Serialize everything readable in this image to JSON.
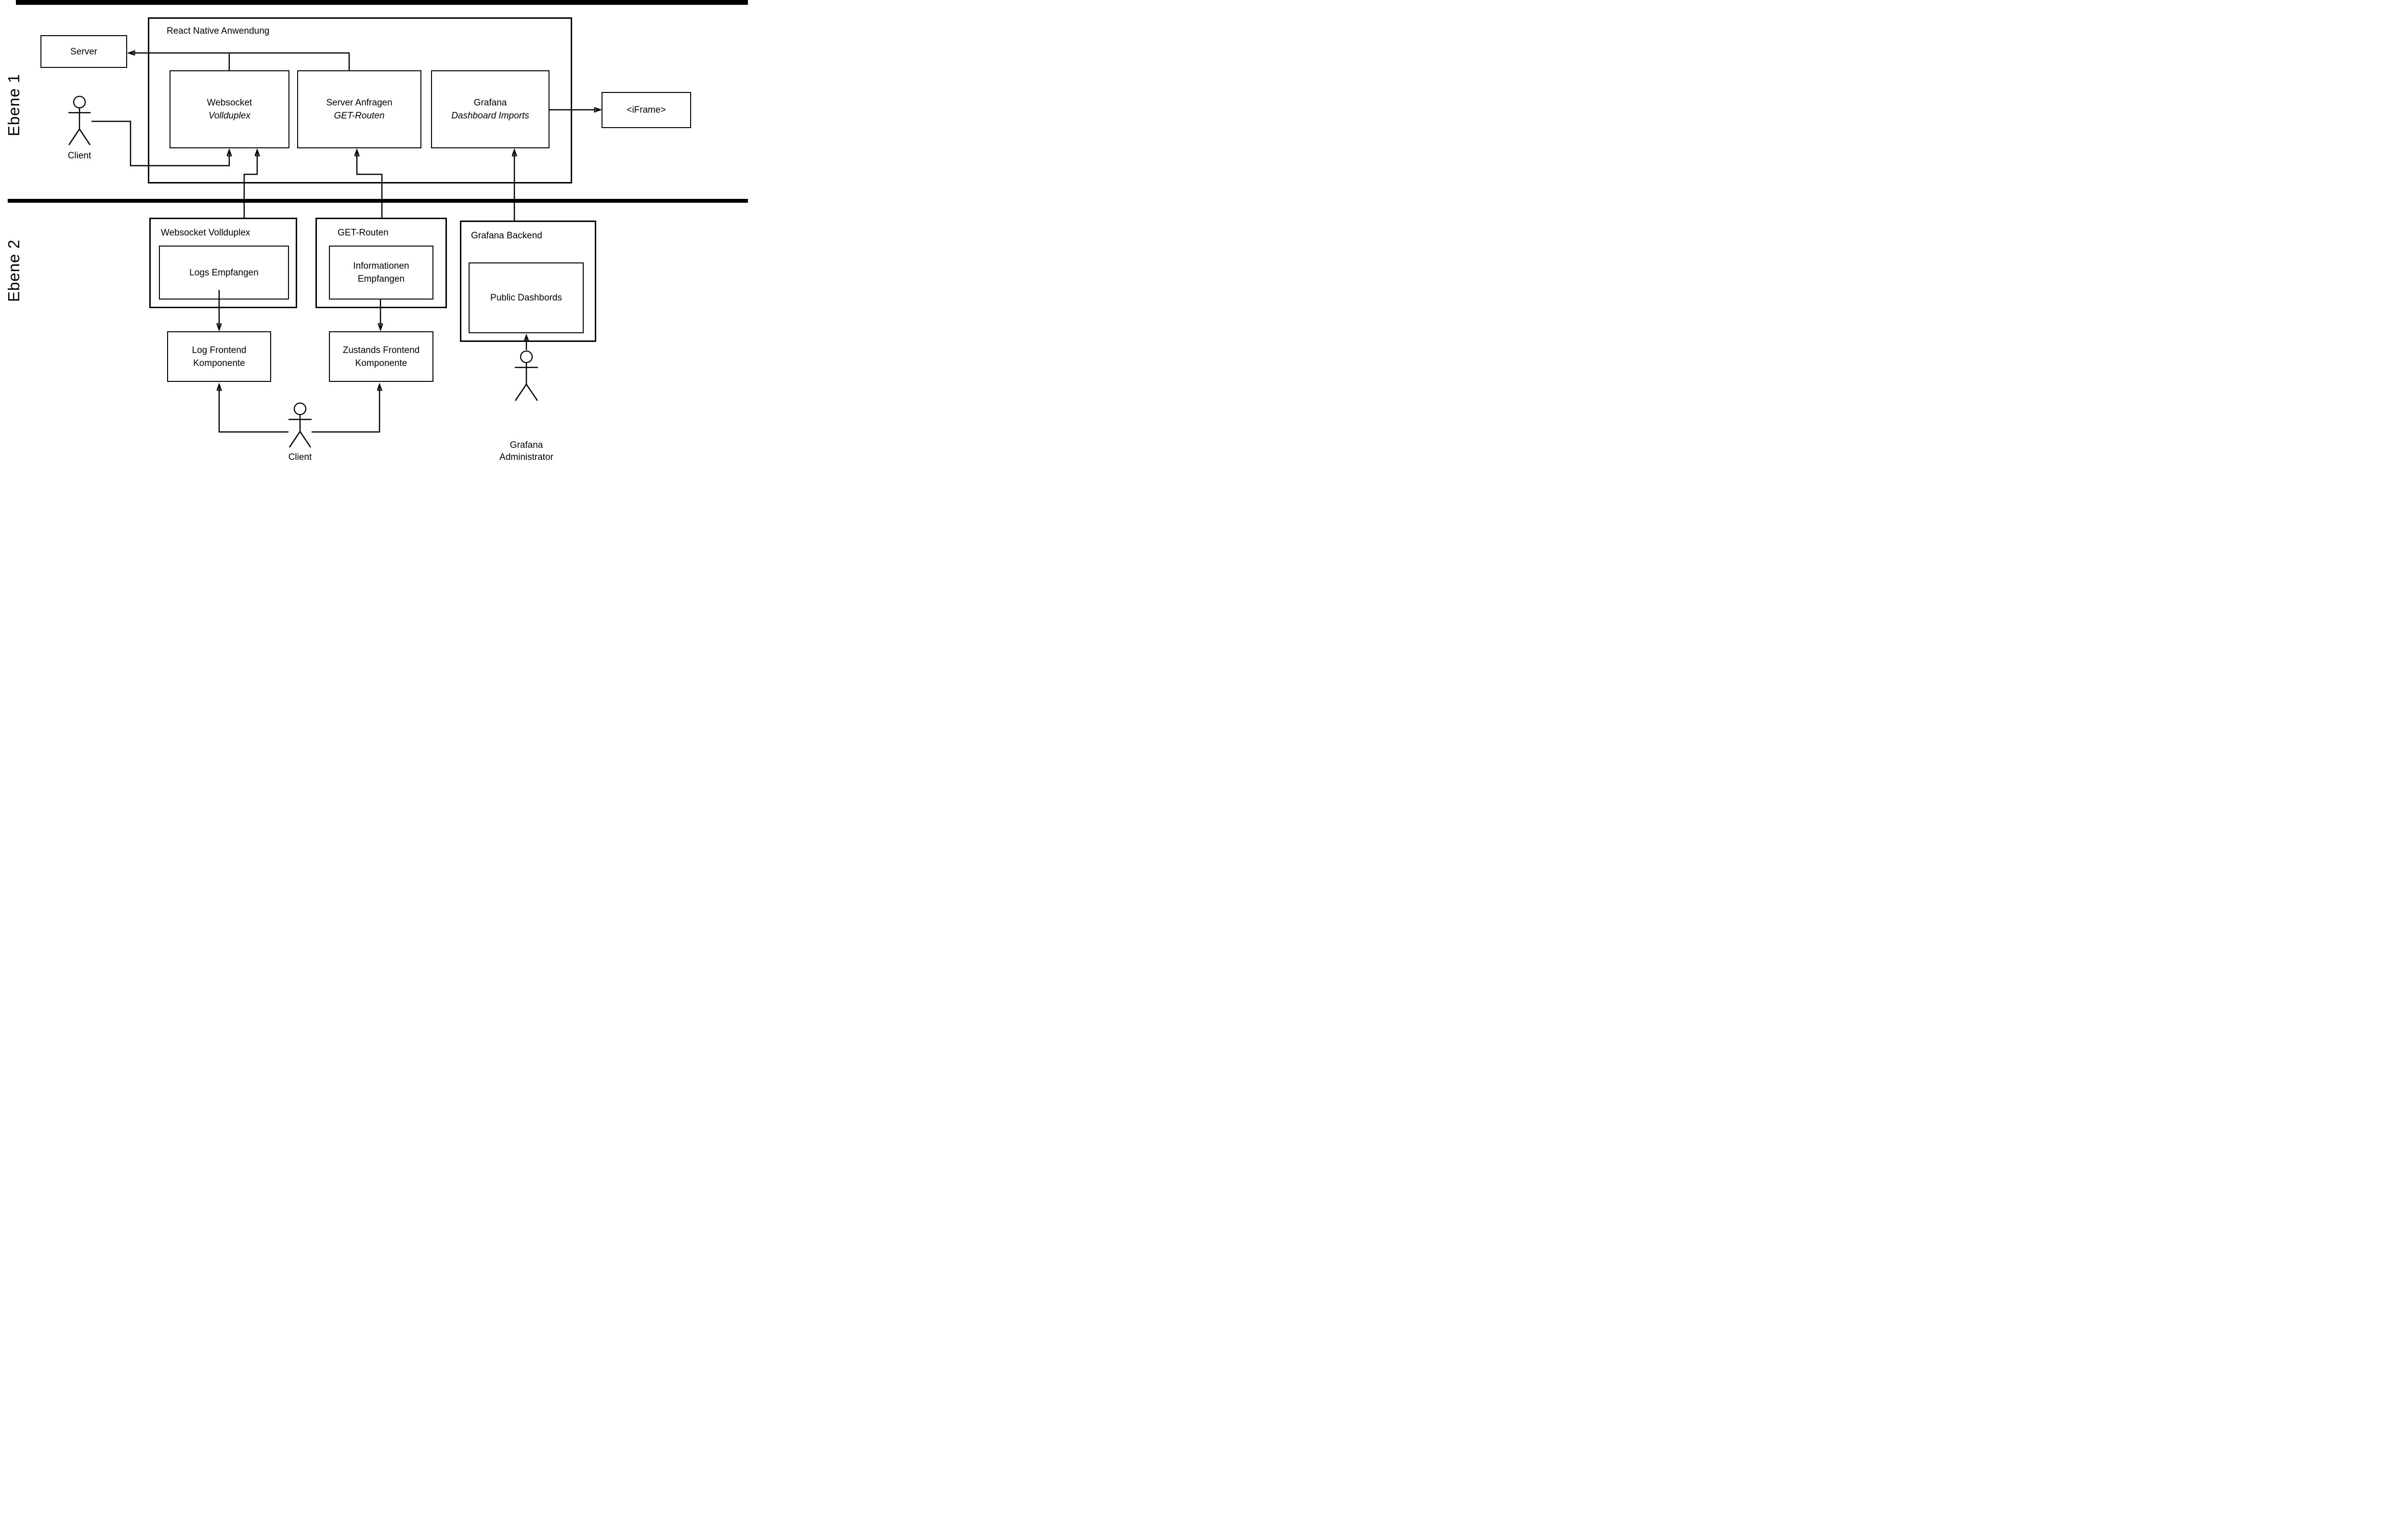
{
  "page": {
    "background": "#ffffff",
    "ink": "#000000"
  },
  "lanes": {
    "lane1_label": "Ebene 1",
    "lane2_label": "Ebene 2"
  },
  "ebene1": {
    "container_label": "React Native Anwendung",
    "server": {
      "label": "Server"
    },
    "websocket": {
      "line1": "Websocket",
      "line2": "Vollduplex"
    },
    "server_anfragen": {
      "line1": "Server Anfragen",
      "line2": "GET-Routen"
    },
    "grafana": {
      "line1": "Grafana",
      "line2": "Dashboard Imports"
    },
    "iframe": {
      "label": "<iFrame>"
    },
    "client": {
      "label": "Client"
    }
  },
  "ebene2": {
    "websocket_vollduplex": {
      "label": "Websocket Vollduplex",
      "inner": {
        "label": "Logs Empfangen"
      }
    },
    "get_routen": {
      "label": "GET-Routen",
      "inner": {
        "line1": "Informationen",
        "line2": "Empfangen"
      }
    },
    "grafana_backend": {
      "label": "Grafana Backend",
      "inner": {
        "label": "Public Dashbords"
      }
    },
    "log_frontend": {
      "line1": "Log Frontend",
      "line2": "Komponente"
    },
    "zustands_frontend": {
      "line1": "Zustands Frontend",
      "line2": "Komponente"
    },
    "client": {
      "label": "Client"
    },
    "grafana_admin": {
      "line1": "Grafana",
      "line2": "Administrator"
    }
  },
  "icons": {
    "client_ebene1": "actor-stick-figure",
    "client_ebene2": "actor-stick-figure",
    "grafana_administrator": "actor-stick-figure",
    "arrowhead": "thin-triangle"
  }
}
